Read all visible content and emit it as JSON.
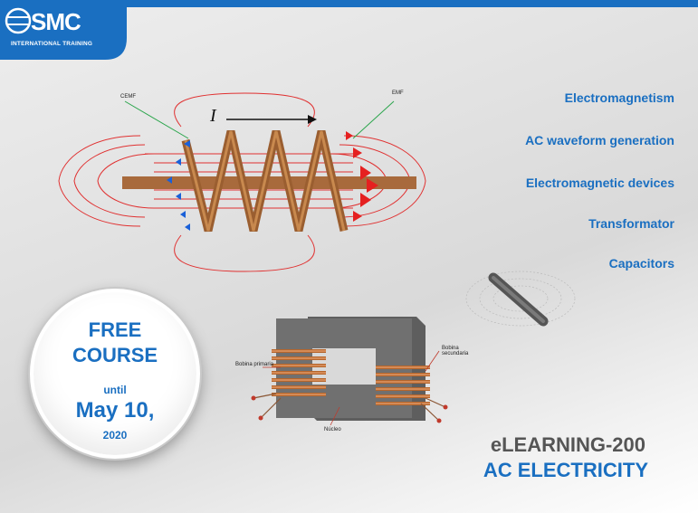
{
  "brand": {
    "logo": "SMC",
    "subtitle": "INTERNATIONAL TRAINING",
    "color": "#1a6fc1"
  },
  "topics": [
    "Electromagnetism",
    "AC waveform generation",
    "Electromagnetic devices",
    "Transformator",
    "Capacitors"
  ],
  "coil_diagram": {
    "cemf_label": "CEMF",
    "emf_label": "EMF",
    "current_label": "I"
  },
  "transformer": {
    "primary_label": "Bobina primaria",
    "secondary_label": "Bobina secundaria",
    "core_label": "Núcleo"
  },
  "badge": {
    "line1": "FREE",
    "line2": "COURSE",
    "until": "until",
    "date": "May 10,",
    "year": "2020"
  },
  "course": {
    "code": "eLEARNING-200",
    "title": "AC ELECTRICITY"
  }
}
